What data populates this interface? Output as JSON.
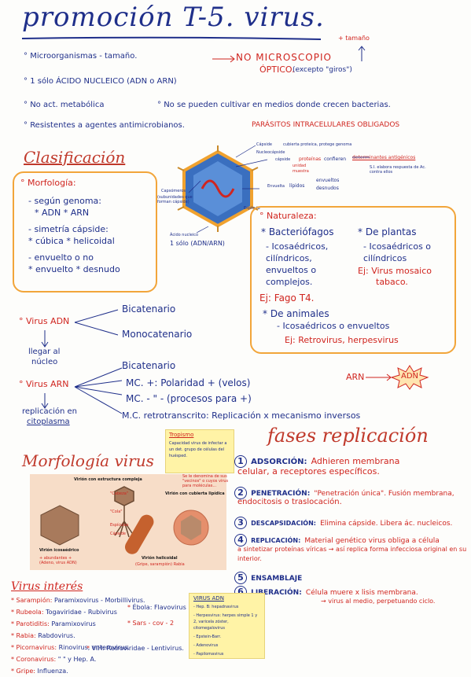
{
  "header": {
    "title": "promoción T-5. virus."
  },
  "intro": {
    "b1": "Microorganismas - tamaño.",
    "no_micro": "NO MICROSCOPIO",
    "optico": "ÓPTICO.",
    "excepto": "(excepto \"giros\")",
    "tamano_note": "+ tamaño",
    "b2": "1 sólo ÁCIDO NUCLEICO (ADN o ARN)",
    "b3": "No act. metabólica",
    "b3b": "No se pueden cultivar en medios donde crecen bacterias.",
    "b4": "Resistentes a agentes antimicrobianos.",
    "b4r": "PARÁSITOS INTRACELULARES OBLIGADOS"
  },
  "clasif": {
    "title": "Clasificación",
    "morf_head": "Morfología:",
    "morf_lines": [
      "- según genoma:",
      "* ADN  * ARN",
      "- simetría cápside:",
      "* cúbica  * helicoidal",
      "- envuelto o no",
      "* envuelto  * desnudo"
    ]
  },
  "diagram": {
    "capside": "Cápside",
    "capside_desc": "cubierta proteica, protege genoma",
    "nucleocapside": "Nucleocápside",
    "capsid_sub": "cápside",
    "proteinas": "proteínas",
    "confieren": "confieren",
    "det_antig": "determinantes antigénicos",
    "unidad": "unidad",
    "muestra": "muestra",
    "si_elabora": "S.I. elabora respuesta de Ac. contra ellos",
    "envuelta": "Envuelta",
    "lipidos": "lípidos",
    "envueltos": "envueltos",
    "desnudos": "desnudos",
    "capsomeros": "Capsómeros",
    "capsomeros_sub": "(subunidades que forman cápside)",
    "spike": "Espícula",
    "acido": "Ácido nucleico",
    "acido_note": "1 sólo (ADN/ARN)"
  },
  "naturaleza": {
    "head": "Naturaleza:",
    "bact": "Bacteriófagos",
    "bact_lines": [
      "- Icosaédricos,",
      "cilíndricos,",
      "envueltos o",
      "complejos."
    ],
    "ej1": "Ej: Fago T4.",
    "plantas": "De plantas",
    "plantas_lines": [
      "- Icosaédricos o",
      "cilíndricos"
    ],
    "ej2_a": "Ej: Virus mosaico",
    "ej2_b": "tabaco.",
    "animales": "De animales",
    "animales_line": "- Icosaédricos o envueltos",
    "ej3": "Ej: Retrovirus, herpesvirus"
  },
  "genoma": {
    "adn": "Virus ADN",
    "bicat1": "Bicatenario",
    "mono": "Monocatenario",
    "llegar": "llegar al",
    "nucleo": "núcleo",
    "arn": "Virus ARN",
    "bicat2": "Bicatenario",
    "mc_pos": "MC. +: Polaridad + (velos)",
    "mc_neg": "MC. - \" - (procesos para +)",
    "mc_retro": "M.C. retrotranscrito: Replicación x mecanismo inversos",
    "rep_cito_a": "replicación en",
    "rep_cito_b": "citoplasma",
    "arn_lbl": "ARN",
    "adn_lbl": "ADN"
  },
  "tropismo": {
    "title": "Tropismo",
    "desc": "Capacidad virus de infectar a un det. grupo de células del huésped."
  },
  "morfo_virus": {
    "title": "Morfología virus",
    "complejo": "Virión con estructura compleja",
    "envuelto": "Virión con cubierta lipídica",
    "icosa": "Virión icosaédrico",
    "helico": "Virión helicoidal",
    "ic_notes": "+ abundantes + (Adeno, virus ADN)",
    "he_notes": "(Gripe, sarampión) Rabia",
    "side_notes": "Se le denomina de sus \"vecinos\" o cuyos virus para moléculas...",
    "cabeza": "\"Cabeza\"",
    "cola": "\"Cola\"",
    "espiculas": "Espículas",
    "cap": "Cápside"
  },
  "fases": {
    "title": "fases replicación",
    "items": [
      {
        "num": "1",
        "head": "ADSORCIÓN:",
        "text": "Adhieren membrana",
        "text2": "celular, a receptores específicos."
      },
      {
        "num": "2",
        "head": "PENETRACIÓN:",
        "text": "\"Penetración única\". Fusión membrana,",
        "text2": "endocitosis o traslocación."
      },
      {
        "num": "3",
        "head": "DESCAPSIDACIÓN:",
        "text": "Elimina cápside. Libera ác. nucleicos.",
        "text2": ""
      },
      {
        "num": "4",
        "head": "REPLICACIÓN:",
        "text": "Material genético virus obliga a célula",
        "text2": "a sintetizar proteínas víricas → así replica forma infecciosa original en su interior."
      },
      {
        "num": "5",
        "head": "ENSAMBLAJE",
        "text": "",
        "text2": ""
      },
      {
        "num": "6",
        "head": "LIBERACIÓN:",
        "text": "Célula muere x lisis membrana.",
        "text2": "→ virus al medio, perpetuando ciclo."
      }
    ]
  },
  "interes": {
    "title": "Virus interés",
    "items": [
      {
        "name": "Sarampión:",
        "fam": "Paramixovirus - Morbillivirus."
      },
      {
        "name": "Rubeola:",
        "fam": "Togaviridae - Rubivirus"
      },
      {
        "name": "Parotiditis:",
        "fam": "Paramixovirus"
      },
      {
        "name": "Rabia:",
        "fam": "Rabdovirus."
      },
      {
        "name": "Picornavirus:",
        "fam": "Rinovirus, enterovirus."
      },
      {
        "name": "Coronavirus:",
        "fam": "\" \" y Hep. A."
      },
      {
        "name": "Gripe:",
        "fam": "Influenza."
      }
    ],
    "ebola": "Ébola: Flavovirus",
    "sars": "Sars - cov - 2",
    "vih": "VIH: Retroviridae - Lentivirus."
  },
  "virus_adn": {
    "title": "VIRUS ADN",
    "items": [
      "- Hep. B: hepadnavirus",
      "- Herpesvirus: herpes simple 1 y 2, varicela zóster, citomegalovirus",
      "- Epstein-Barr.",
      "- Adenovirus",
      "- Papilomavirus"
    ]
  },
  "colors": {
    "navy": "#1f2f8a",
    "red": "#d0251f",
    "orange": "#f2a53a",
    "yellow": "#fff3a6"
  }
}
